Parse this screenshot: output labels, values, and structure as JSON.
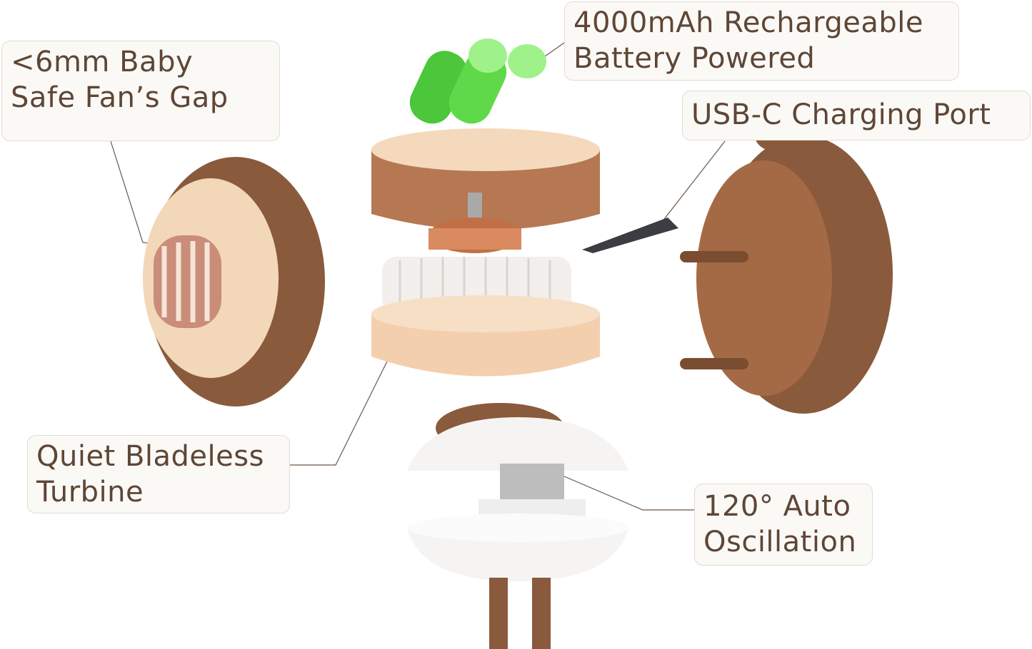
{
  "labels": {
    "gap": {
      "line1": "<6mm Baby",
      "line2": "Safe Fan’s Gap"
    },
    "battery": {
      "line1": "4000mAh Rechargeable",
      "line2": "Battery Powered"
    },
    "usb": {
      "line1": "USB-C Charging Port"
    },
    "turbine": {
      "line1": "Quiet Bladeless",
      "line2": "Turbine"
    },
    "oscillation": {
      "line1": "120° Auto",
      "line2": "Oscillation"
    }
  },
  "colors": {
    "text": "#5e4636",
    "brown": "#8a5a3c",
    "cream": "#f6dcc0",
    "battery": "#5fd94a"
  }
}
